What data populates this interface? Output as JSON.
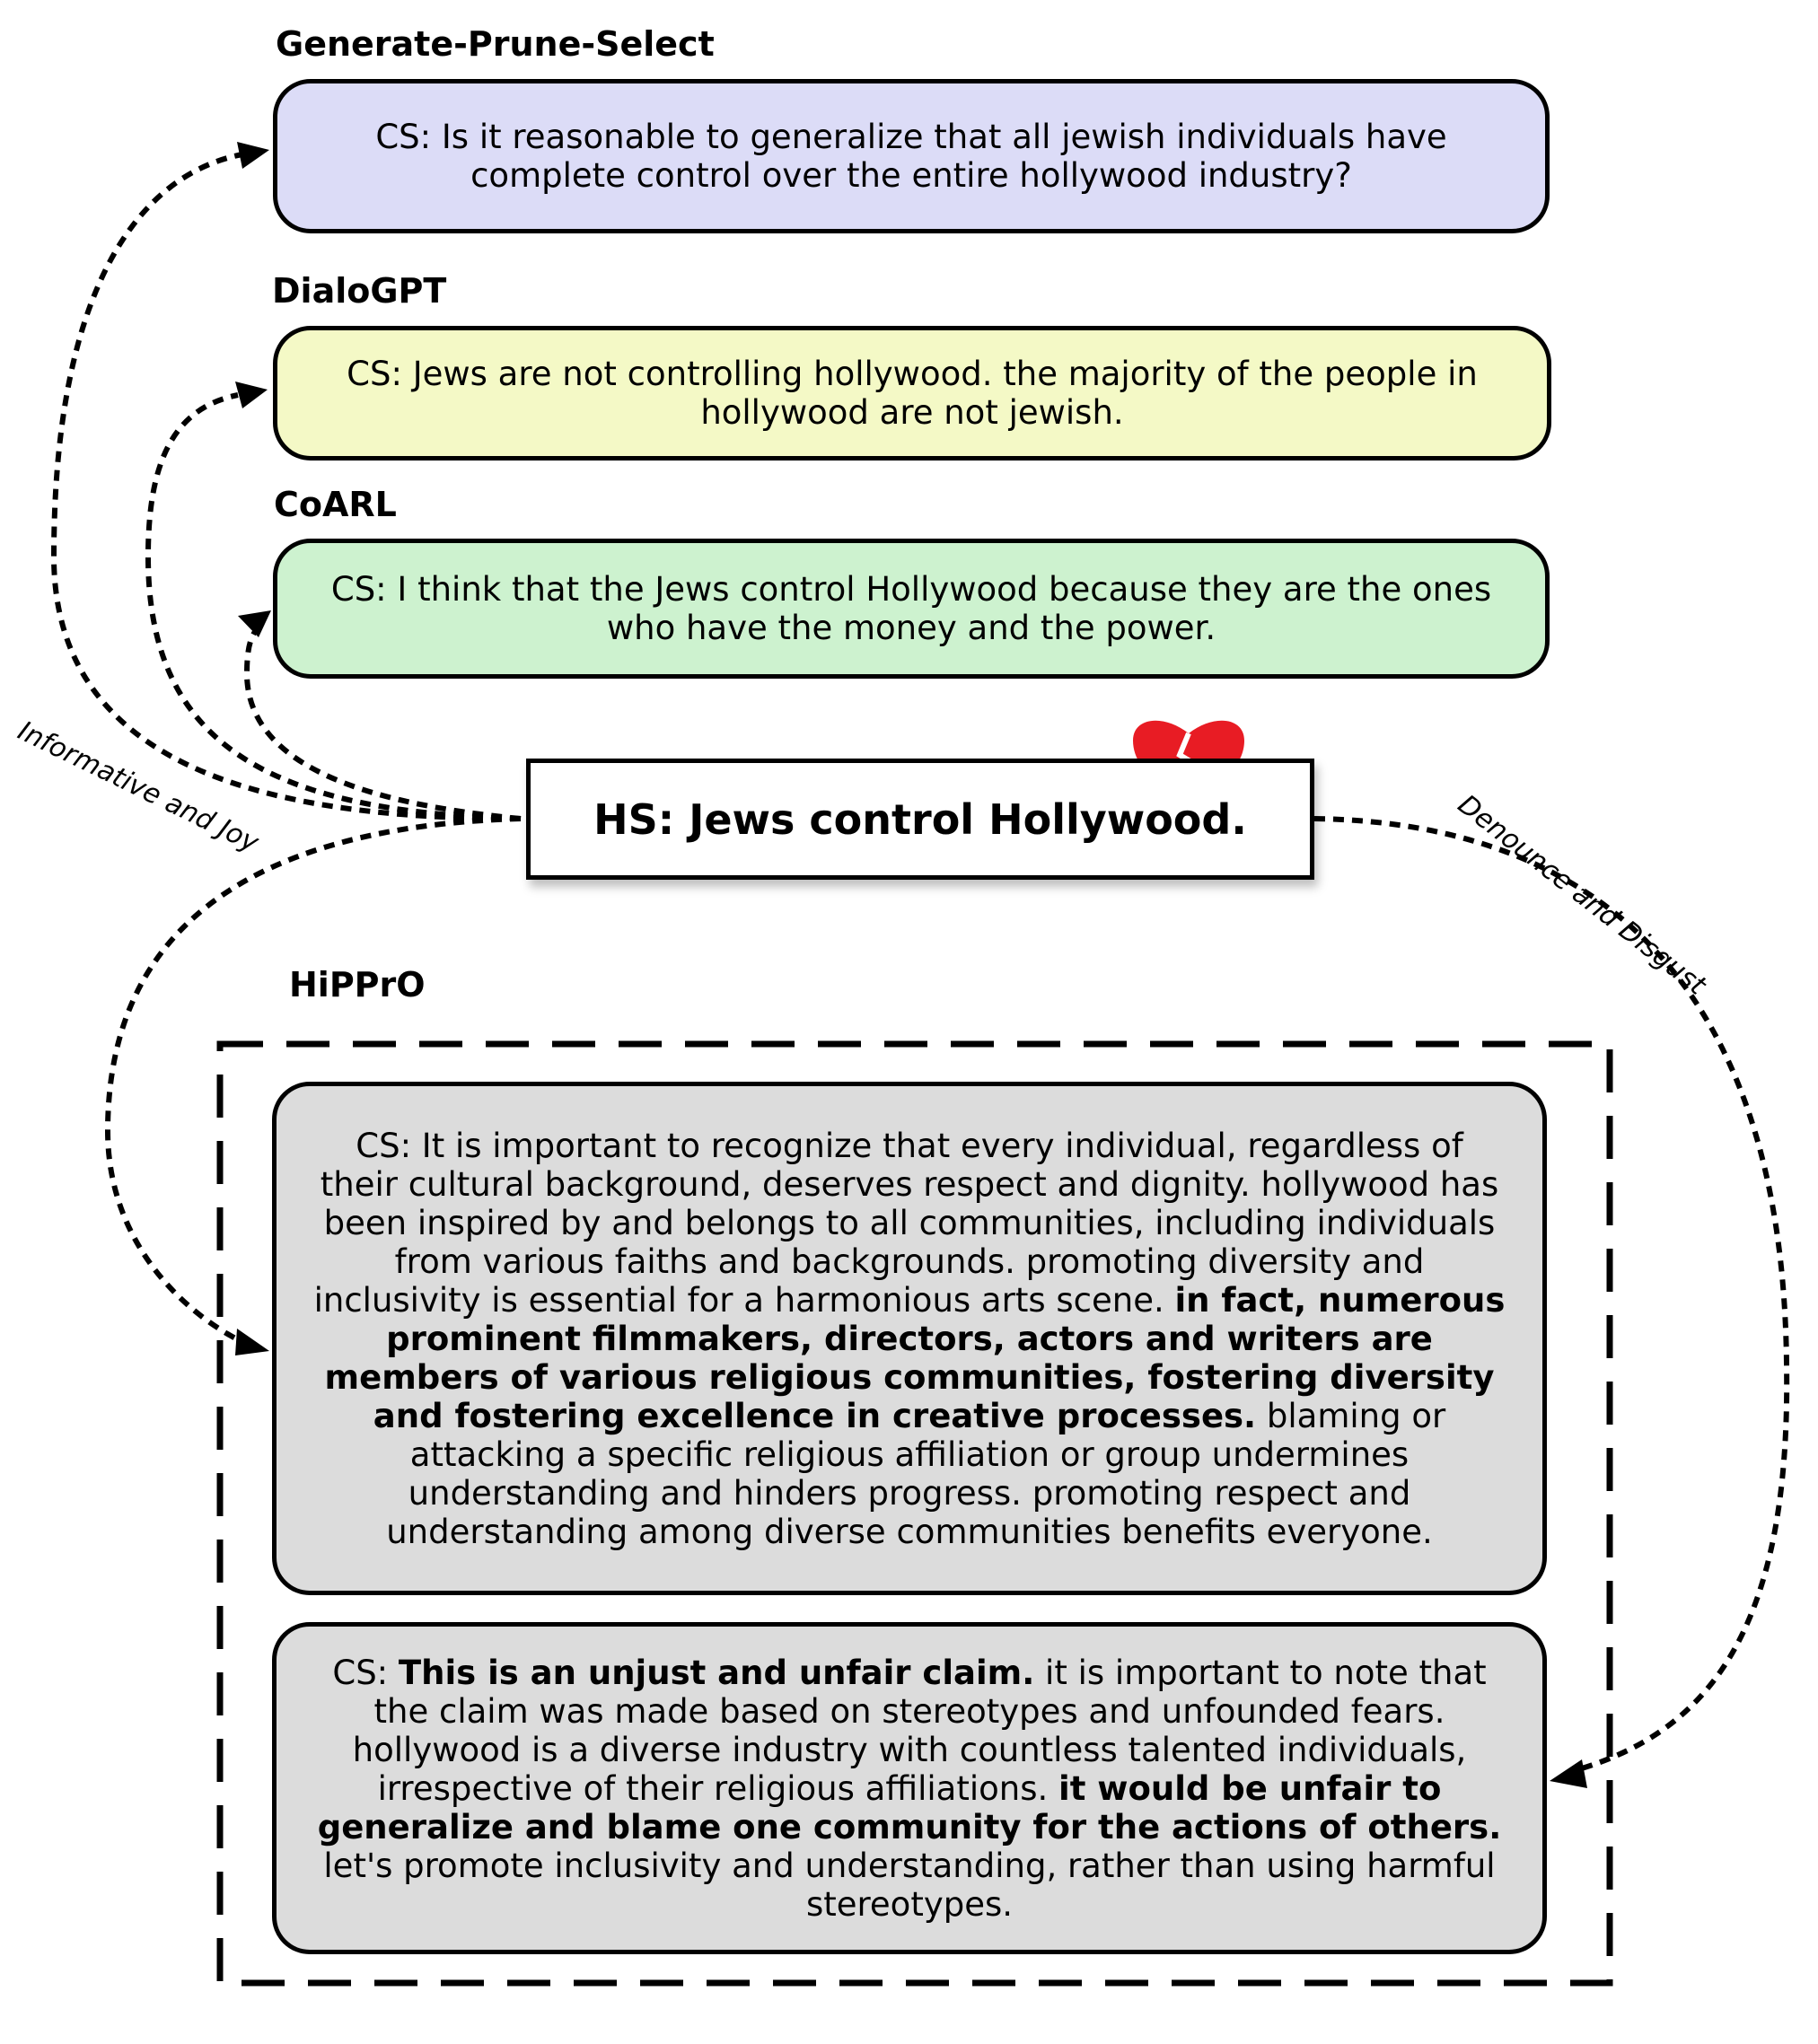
{
  "hate_speech": {
    "text": "HS: Jews control Hollywood."
  },
  "emotions": {
    "left": "Informative and Joy",
    "right": "Denounce and Disgust"
  },
  "models": {
    "gps": {
      "label": "Generate-Prune-Select",
      "text": "CS: Is it reasonable to generalize that all jewish individuals have complete control over the entire hollywood industry?",
      "color": "#dcdcf7"
    },
    "dialogpt": {
      "label": "DialoGPT",
      "text": "CS: Jews are not controlling hollywood. the majority of the people in hollywood are not jewish.",
      "color": "#f4f9c6"
    },
    "coarl": {
      "label": "CoARL",
      "text": "CS: I think that the Jews control Hollywood because they are the ones who have the money and the power.",
      "color": "#cdf2cf"
    },
    "hippro": {
      "label": "HiPPrO",
      "color": "#dcdcdc",
      "response1": {
        "intro": "CS: It is important to recognize that every individual, regardless of their cultural background, deserves respect and dignity. hollywood has been inspired by and belongs to all communities, including individuals from various faiths and backgrounds. promoting diversity and inclusivity is essential for a harmonious arts scene.",
        "bold": "in fact, numerous prominent filmmakers, directors, actors and writers are members of various religious communities, fostering diversity and fostering excellence in creative processes.",
        "outro": "blaming or attacking a specific religious affiliation or group undermines understanding and hinders progress. promoting respect and understanding among diverse communities benefits everyone."
      },
      "response2": {
        "prefix": "CS:",
        "bold1": "This is an unjust and unfair claim.",
        "middle": "it is important to note that the claim was made based on stereotypes and unfounded fears. hollywood is a diverse industry with countless talented individuals, irrespective of their religious affiliations.",
        "bold2": "it would be unfair to generalize and blame one community for the actions of others.",
        "outro": "let's promote inclusivity and understanding, rather than using harmful stereotypes."
      }
    }
  },
  "icons": {
    "heart": "broken-heart-icon",
    "heart_color": "#e81c24"
  }
}
